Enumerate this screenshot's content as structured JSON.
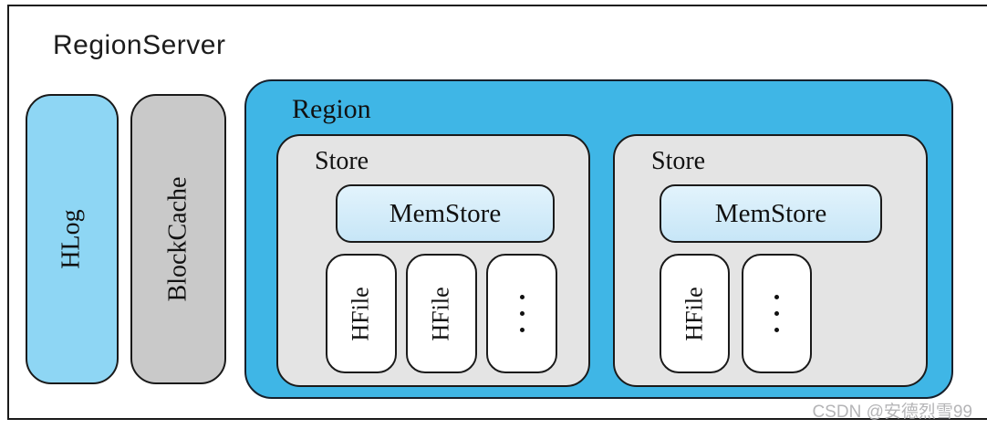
{
  "title": "RegionServer",
  "hlog": {
    "label": "HLog"
  },
  "blockcache": {
    "label": "BlockCache"
  },
  "region": {
    "label": "Region",
    "stores": [
      {
        "label": "Store",
        "memstore_label": "MemStore",
        "hfiles": [
          "HFile",
          "HFile"
        ],
        "more_indicator": "⋮"
      },
      {
        "label": "Store",
        "memstore_label": "MemStore",
        "hfiles": [
          "HFile"
        ],
        "more_indicator": "⋮"
      }
    ]
  },
  "watermark": "CSDN @安德烈雪99",
  "colors": {
    "region_blue": "#3fb6e6",
    "hlog_blue": "#8ed6f4",
    "memstore_blue": "#cde9f8",
    "blockcache_gray": "#c9c9c9",
    "store_gray": "#e4e4e4",
    "border_black": "#1a1a1a",
    "watermark_gray": "#b5b5b7"
  }
}
